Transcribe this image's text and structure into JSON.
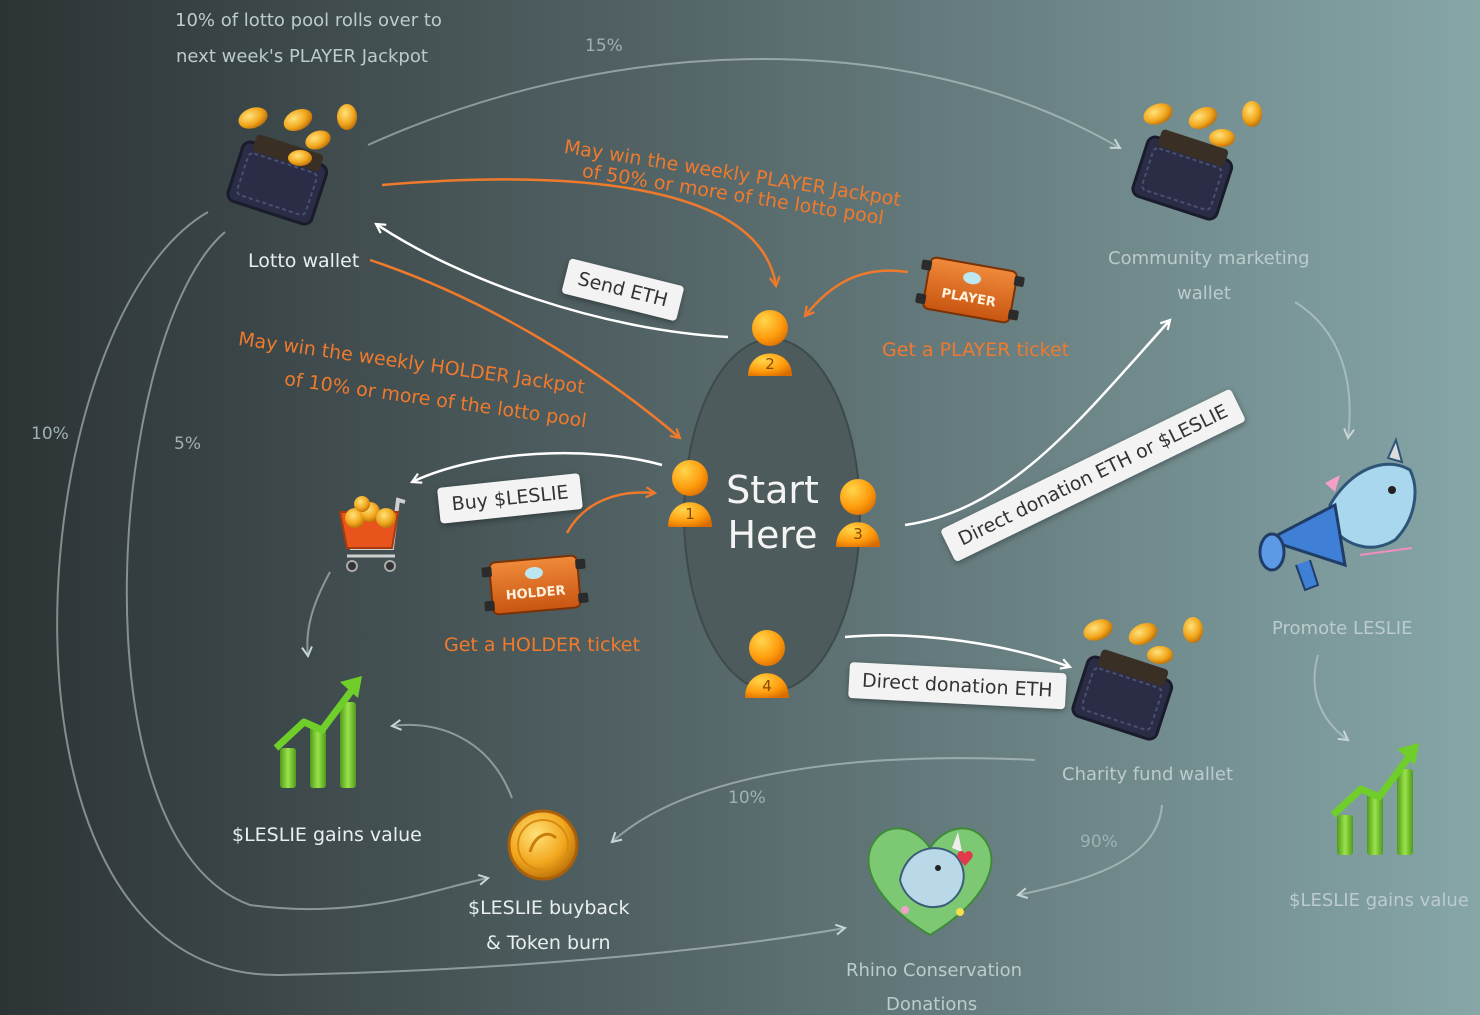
{
  "labels": {
    "rollover_line1": "10% of lotto pool rolls over to",
    "rollover_line2": "next week's PLAYER Jackpot",
    "pct_15": "15%",
    "pct_10_left": "10%",
    "pct_5": "5%",
    "pct_10_bottom": "10%",
    "pct_90": "90%",
    "lotto_wallet": "Lotto wallet",
    "player_jackpot_line1": "May win the weekly PLAYER Jackpot",
    "player_jackpot_line2": "of 50% or more of the lotto pool",
    "holder_jackpot_line1": "May win the weekly HOLDER Jackpot",
    "holder_jackpot_line2": "of 10% or more of the lotto pool",
    "send_eth": "Send ETH",
    "get_player_ticket": "Get a PLAYER ticket",
    "community_line1": "Community marketing",
    "community_line2": "wallet",
    "buy_leslie": "Buy $LESLIE",
    "get_holder_ticket": "Get a HOLDER ticket",
    "start_line1": "Start",
    "start_line2": "Here",
    "direct_donation_eth_or_leslie": "Direct donation ETH or $LESLIE",
    "direct_donation_eth": "Direct donation ETH",
    "promote_leslie": "Promote LESLIE",
    "leslie_gains_value_left": "$LESLIE gains value",
    "leslie_gains_value_right": "$LESLIE gains value",
    "buyback_line1": "$LESLIE buyback",
    "buyback_line2": "& Token burn",
    "charity_wallet": "Charity fund wallet",
    "rhino_line1": "Rhino Conservation",
    "rhino_line2": "Donations",
    "ticket_player_text": "PLAYER",
    "ticket_holder_text": "HOLDER"
  },
  "step_numbers": [
    "1",
    "2",
    "3",
    "4"
  ],
  "colors": {
    "background_dark": "#2c3335",
    "background_light": "#86a6a8",
    "accent_orange": "#f07a2c",
    "arrow_white": "#ffffff",
    "arrow_faint": "#c9d6d6",
    "start_ellipse": "#4d5b5c"
  }
}
